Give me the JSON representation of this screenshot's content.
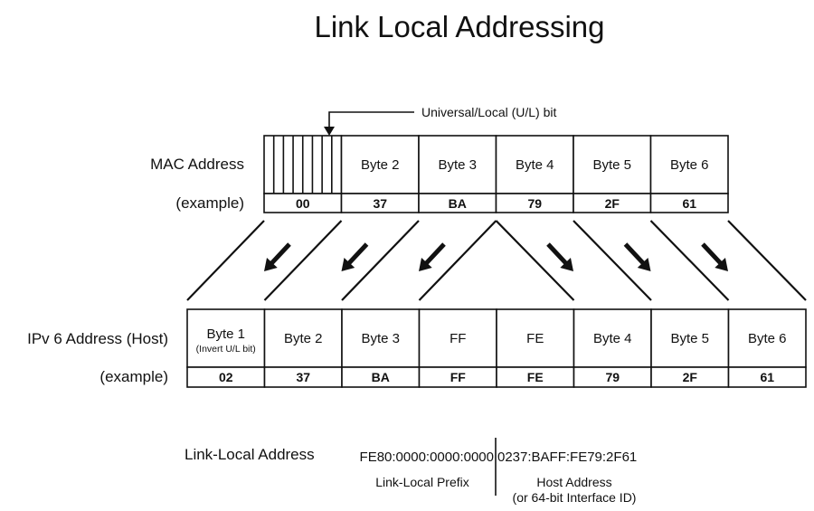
{
  "title": "Link Local Addressing",
  "ul_bit_label": "Universal/Local (U/L) bit",
  "mac": {
    "label": "MAC Address",
    "example_label": "(example)",
    "bytes": [
      "",
      "Byte 2",
      "Byte 3",
      "Byte 4",
      "Byte 5",
      "Byte 6"
    ],
    "example_values": [
      "00",
      "37",
      "BA",
      "79",
      "2F",
      "61"
    ]
  },
  "ipv6": {
    "label": "IPv 6 Address (Host)",
    "example_label": "(example)",
    "bytes": [
      "Byte 1",
      "Byte 2",
      "Byte 3",
      "FF",
      "FE",
      "Byte 4",
      "Byte 5",
      "Byte 6"
    ],
    "byte1_note": "(Invert U/L bit)",
    "example_values": [
      "02",
      "37",
      "BA",
      "FF",
      "FE",
      "79",
      "2F",
      "61"
    ]
  },
  "link_local": {
    "label": "Link-Local Address",
    "prefix": "FE80:0000:0000:0000",
    "host": "0237:BAFF:FE79:2F61",
    "prefix_caption": "Link-Local Prefix",
    "host_caption_1": "Host Address",
    "host_caption_2": "(or 64-bit Interface ID)"
  }
}
